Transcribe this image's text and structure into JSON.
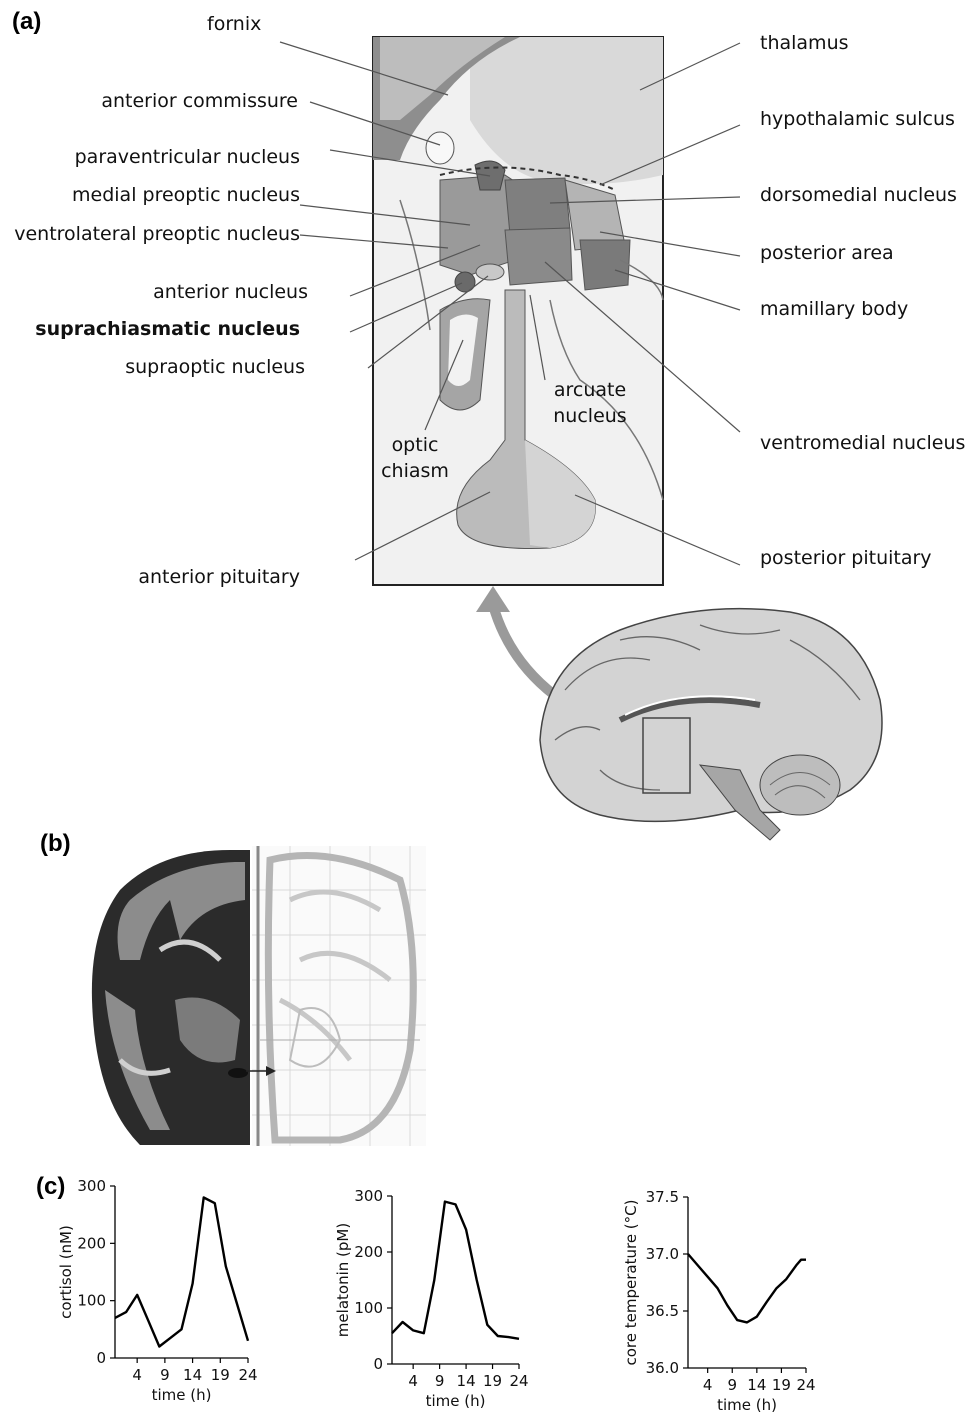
{
  "panels": {
    "a": "(a)",
    "b": "(b)",
    "c": "(c)"
  },
  "labels": {
    "fornix": "fornix",
    "anterior_commissure": "anterior commissure",
    "paraventricular_nucleus": "paraventricular nucleus",
    "medial_preoptic_nucleus": "medial preoptic nucleus",
    "ventrolateral_preoptic_nucleus": "ventrolateral preoptic nucleus",
    "anterior_nucleus": "anterior nucleus",
    "suprachiasmatic_nucleus": "suprachiasmatic nucleus",
    "supraoptic_nucleus": "supraoptic nucleus",
    "optic_chiasm": "optic chiasm",
    "arcuate_nucleus": "arcuate nucleus",
    "anterior_pituitary": "anterior pituitary",
    "thalamus": "thalamus",
    "hypothalamic_sulcus": "hypothalamic sulcus",
    "dorsomedial_nucleus": "dorsomedial nucleus",
    "posterior_area": "posterior area",
    "mamillary_body": "mamillary body",
    "ventromedial_nucleus": "ventromedial nucleus",
    "posterior_pituitary": "posterior pituitary"
  },
  "chart_data": [
    {
      "type": "line",
      "ylabel": "cortisol (nM)",
      "xlabel": "time (h)",
      "xlim": [
        0,
        24
      ],
      "ylim": [
        0,
        300
      ],
      "xticks": [
        4,
        9,
        14,
        19,
        24
      ],
      "yticks": [
        0,
        100,
        200,
        300
      ],
      "x": [
        0,
        2,
        4,
        6,
        8,
        10,
        12,
        14,
        16,
        18,
        20,
        22,
        24
      ],
      "y": [
        70,
        80,
        110,
        65,
        20,
        35,
        50,
        130,
        280,
        270,
        160,
        95,
        30
      ]
    },
    {
      "type": "line",
      "ylabel": "melatonin (pM)",
      "xlabel": "time (h)",
      "xlim": [
        0,
        24
      ],
      "ylim": [
        0,
        300
      ],
      "xticks": [
        4,
        9,
        14,
        19,
        24
      ],
      "yticks": [
        0,
        100,
        200,
        300
      ],
      "x": [
        0,
        2,
        4,
        6,
        8,
        10,
        12,
        14,
        16,
        18,
        20,
        22,
        24
      ],
      "y": [
        55,
        75,
        60,
        55,
        150,
        290,
        285,
        240,
        150,
        70,
        50,
        48,
        45
      ]
    },
    {
      "type": "line",
      "ylabel": "core temperature (°C)",
      "xlabel": "time (h)",
      "xlim": [
        0,
        24
      ],
      "ylim": [
        36.0,
        37.5
      ],
      "xticks": [
        4,
        9,
        14,
        19,
        24
      ],
      "yticks": [
        36.0,
        36.5,
        37.0,
        37.5
      ],
      "yticklabels": [
        "36.0",
        "36.5",
        "37.0",
        "37.5"
      ],
      "x": [
        0,
        2,
        4,
        6,
        8,
        10,
        12,
        14,
        16,
        18,
        20,
        22,
        23,
        24
      ],
      "y": [
        37.0,
        36.9,
        36.8,
        36.7,
        36.55,
        36.42,
        36.4,
        36.45,
        36.58,
        36.7,
        36.78,
        36.9,
        36.95,
        36.95
      ]
    }
  ]
}
